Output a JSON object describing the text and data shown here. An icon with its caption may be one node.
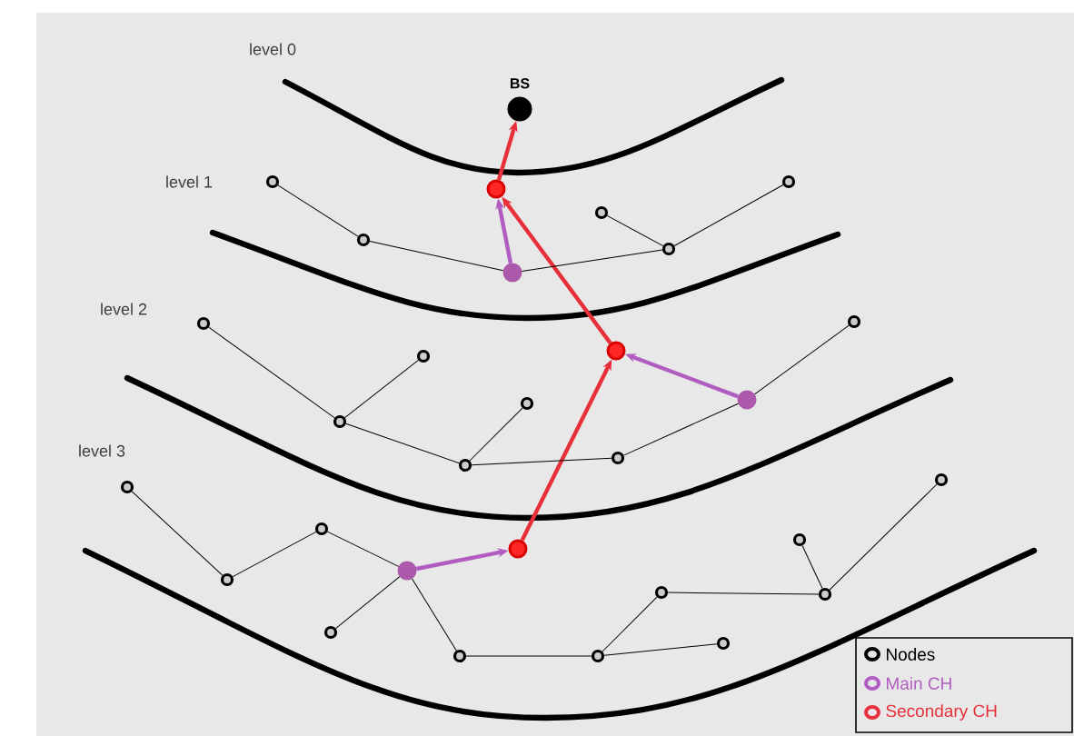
{
  "diagram": {
    "nodes": [
      {
        "text": [
          "BS"
        ]
      },
      {
        "text": [],
        "shape": "circle"
      },
      {
        "text": [],
        "shape": "circle"
      },
      {
        "text": [],
        "shape": "circle"
      },
      {
        "text": [],
        "shape": "circle"
      },
      {
        "text": [],
        "shape": "circle"
      },
      {
        "text": [],
        "shape": "circle"
      },
      {
        "text": [],
        "shape": "circle"
      },
      {
        "text": [],
        "shape": "circle"
      },
      {
        "text": [],
        "shape": "circle"
      },
      {
        "text": [],
        "shape": "circle"
      },
      {
        "text": [],
        "shape": "circle"
      },
      {
        "text": [],
        "shape": "circle"
      },
      {
        "text": [],
        "shape": "circle"
      },
      {
        "text": [],
        "shape": "circle"
      },
      {
        "text": [],
        "shape": "circle"
      },
      {
        "text": [],
        "shape": "circle"
      },
      {
        "text": [],
        "shape": "circle"
      },
      {
        "text": [],
        "shape": "circle"
      },
      {
        "text": [],
        "shape": "circle"
      },
      {
        "text": [],
        "shape": "circle"
      },
      {
        "text": [],
        "shape": "circle"
      },
      {
        "text": [],
        "shape": "circle"
      },
      {
        "text": [],
        "shape": "circle"
      },
      {
        "text": [],
        "shape": "circle"
      },
      {
        "text": [],
        "shape": "circle"
      },
      {
        "text": [],
        "shape": "circle"
      },
      {
        "text": [],
        "shape": "circle"
      },
      {
        "text": [],
        "shape": "circle"
      },
      {
        "text": [],
        "shape": "circle"
      }
    ],
    "edges": [
      {
        "from": 1,
        "to": 0,
        "arrow": "to",
        "style": "thick",
        "color": "#e8303a"
      },
      {
        "from": 2,
        "to": 1,
        "arrow": "to",
        "style": "thick",
        "color": "#b05cc0"
      },
      {
        "from": 8,
        "to": 1,
        "arrow": "to",
        "style": "thick",
        "color": "#e8303a"
      },
      {
        "from": 9,
        "to": 8,
        "arrow": "to",
        "style": "thick",
        "color": "#b05cc0"
      },
      {
        "from": 17,
        "to": 8,
        "arrow": "to",
        "style": "thick",
        "color": "#e8303a"
      },
      {
        "from": 18,
        "to": 17,
        "arrow": "to",
        "style": "thick",
        "color": "#b05cc0"
      },
      {
        "from": 3,
        "to": 4,
        "arrow": "none"
      },
      {
        "from": 4,
        "to": 2,
        "arrow": "none"
      },
      {
        "from": 2,
        "to": 6,
        "arrow": "none"
      },
      {
        "from": 5,
        "to": 6,
        "arrow": "none"
      },
      {
        "from": 6,
        "to": 7,
        "arrow": "none"
      },
      {
        "from": 11,
        "to": 13,
        "arrow": "none"
      },
      {
        "from": 13,
        "to": 12,
        "arrow": "none"
      },
      {
        "from": 13,
        "to": 15,
        "arrow": "none"
      },
      {
        "from": 15,
        "to": 14,
        "arrow": "none"
      },
      {
        "from": 15,
        "to": 16,
        "arrow": "none"
      },
      {
        "from": 16,
        "to": 9,
        "arrow": "none"
      },
      {
        "from": 9,
        "to": 10,
        "arrow": "none"
      },
      {
        "from": 19,
        "to": 20,
        "arrow": "none"
      },
      {
        "from": 20,
        "to": 21,
        "arrow": "none"
      },
      {
        "from": 21,
        "to": 18,
        "arrow": "none"
      },
      {
        "from": 18,
        "to": 22,
        "arrow": "none"
      },
      {
        "from": 18,
        "to": 23,
        "arrow": "none"
      },
      {
        "from": 23,
        "to": 24,
        "arrow": "none"
      },
      {
        "from": 24,
        "to": 26,
        "arrow": "none"
      },
      {
        "from": 24,
        "to": 25,
        "arrow": "none"
      },
      {
        "from": 25,
        "to": 27,
        "arrow": "none"
      },
      {
        "from": 27,
        "to": 28,
        "arrow": "none"
      },
      {
        "from": 27,
        "to": 29,
        "arrow": "none"
      }
    ],
    "labels": [
      "level 0",
      "level 1",
      "level 2",
      "level 3"
    ],
    "legend": [
      {
        "text": "Nodes",
        "color": "#000000"
      },
      {
        "text": "Main CH",
        "color": "#b05cc0"
      },
      {
        "text": "Secondary CH",
        "color": "#e8303a"
      }
    ]
  }
}
